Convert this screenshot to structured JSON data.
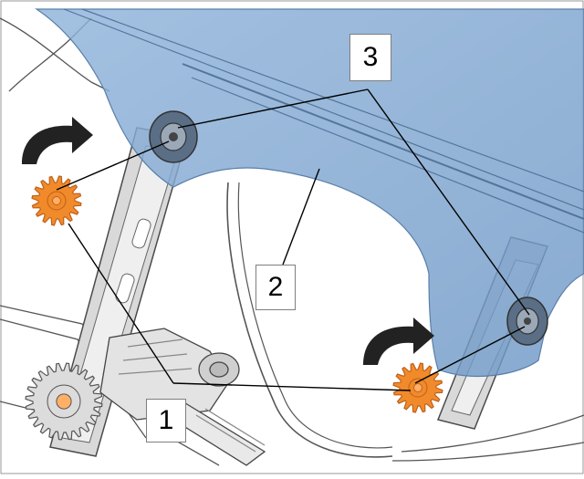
{
  "labels": {
    "gear": "1",
    "glass": "2",
    "fastener": "3"
  },
  "icons": [
    "rotation-arrow-icon",
    "gear-icon"
  ],
  "colors": {
    "glass": "#7fa5cf",
    "gear": "#f08a2a",
    "gear_outline": "#c0601a",
    "arrow": "#222222",
    "frame_lines": "#4a4a4a",
    "rail_fill": "#d9d9d9"
  }
}
